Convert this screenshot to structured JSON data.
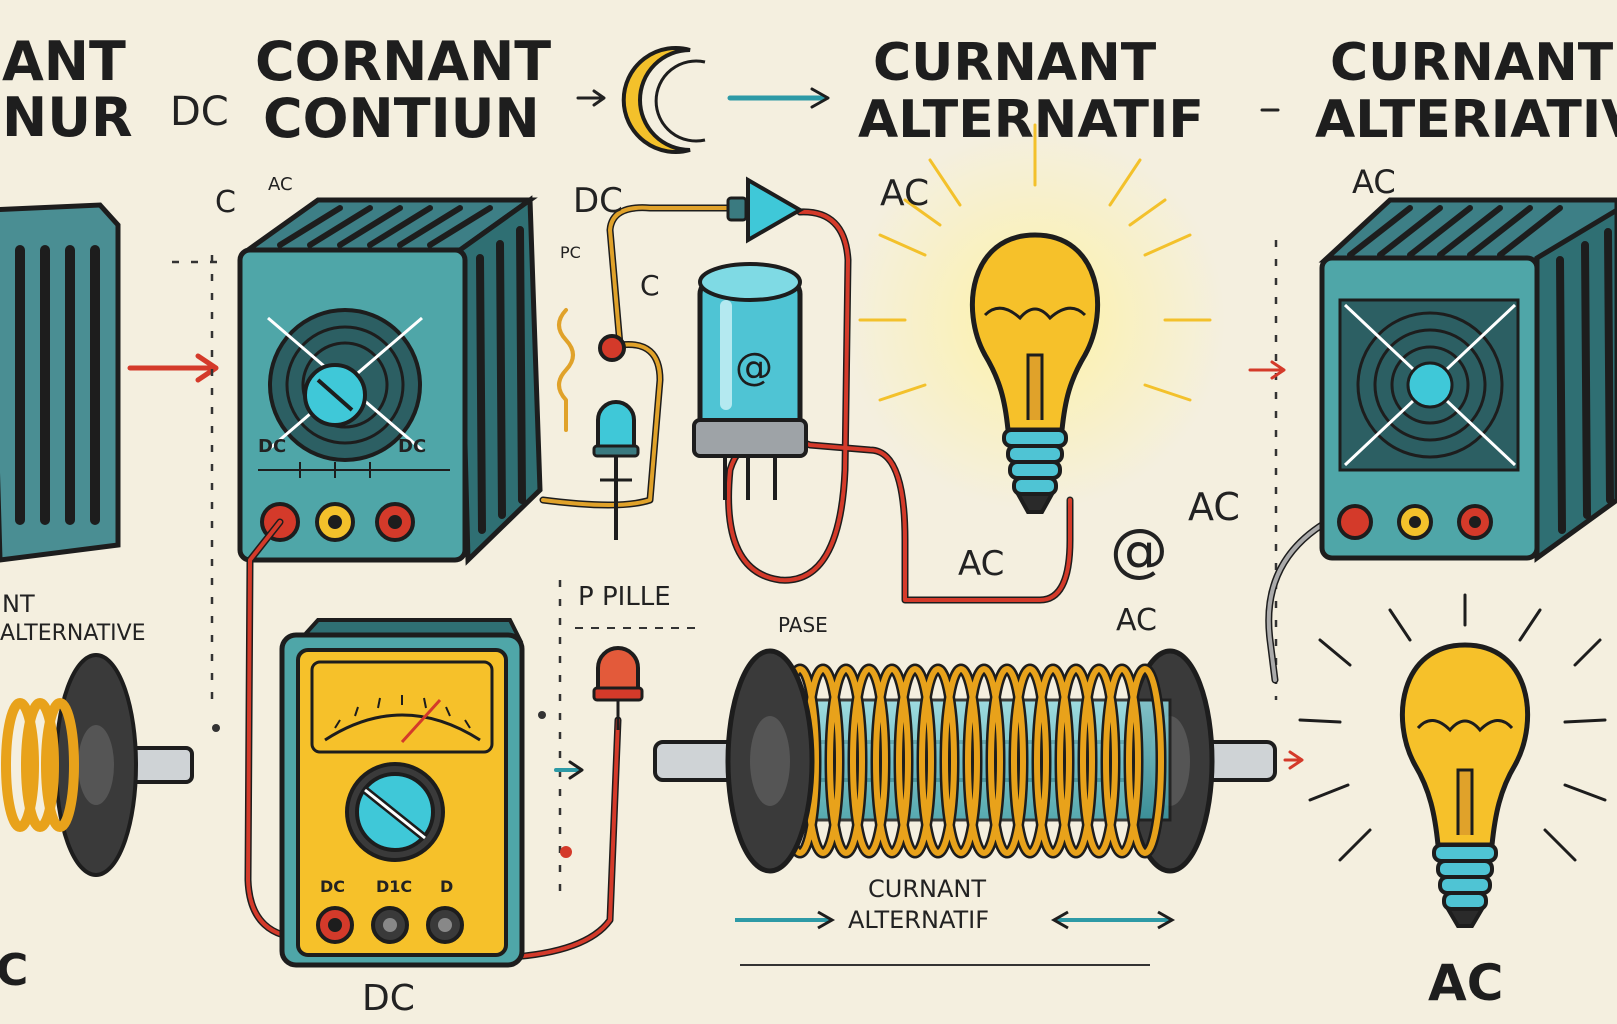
{
  "titles": {
    "left_partial_line1": "ANT",
    "left_partial_line2": "NUR",
    "dc_prefix": "DC",
    "main_dc_line1": "CORNANT",
    "main_dc_line2": "CONTIUN",
    "main_ac_line1": "CURNANT",
    "main_ac_line2": "ALTERNATIF",
    "right_ac_line1": "CURNANT",
    "right_ac_line2": "ALTERIATIV"
  },
  "labels": {
    "c_top_left": "C",
    "ac_small_top": "AC",
    "dc_top_center": "DC",
    "pc_small": "PC",
    "c_mid": "C",
    "ac_top_bulb": "AC",
    "ac_top_right": "AC",
    "psu_dc_left": "DC",
    "psu_dc_right": "DC",
    "nt_left": "NT",
    "alternative_left": "ALTERNATIVE",
    "p_pille": "P PILLE",
    "pase": "PASE",
    "ac_bulb_wire": "AC",
    "at_symbol": "@",
    "ac_at_right": "AC",
    "ac_below_at": "AC",
    "meter_dc_left": "DC",
    "meter_dic": "D1C",
    "meter_d": "D",
    "dc_bottom": "DC",
    "coil_label_line1": "CURNANT",
    "coil_label_line2": "ALTERNATIF",
    "ac_bottom_right": "AC",
    "capacitor_symbol": "@"
  },
  "colors": {
    "background": "#f4efdf",
    "teal": "#4fa6a8",
    "dark_teal": "#2f6f73",
    "yellow": "#f3c12b",
    "orange_wire": "#e08a2a",
    "red": "#d43a2a",
    "cyan": "#3fc8d8",
    "ink": "#1d1d1d"
  },
  "icons": [
    "power-supply-icon",
    "multimeter-icon",
    "capacitor-icon",
    "led-icon",
    "light-bulb-icon",
    "coil-icon",
    "arrow-icon",
    "moon-icon"
  ]
}
